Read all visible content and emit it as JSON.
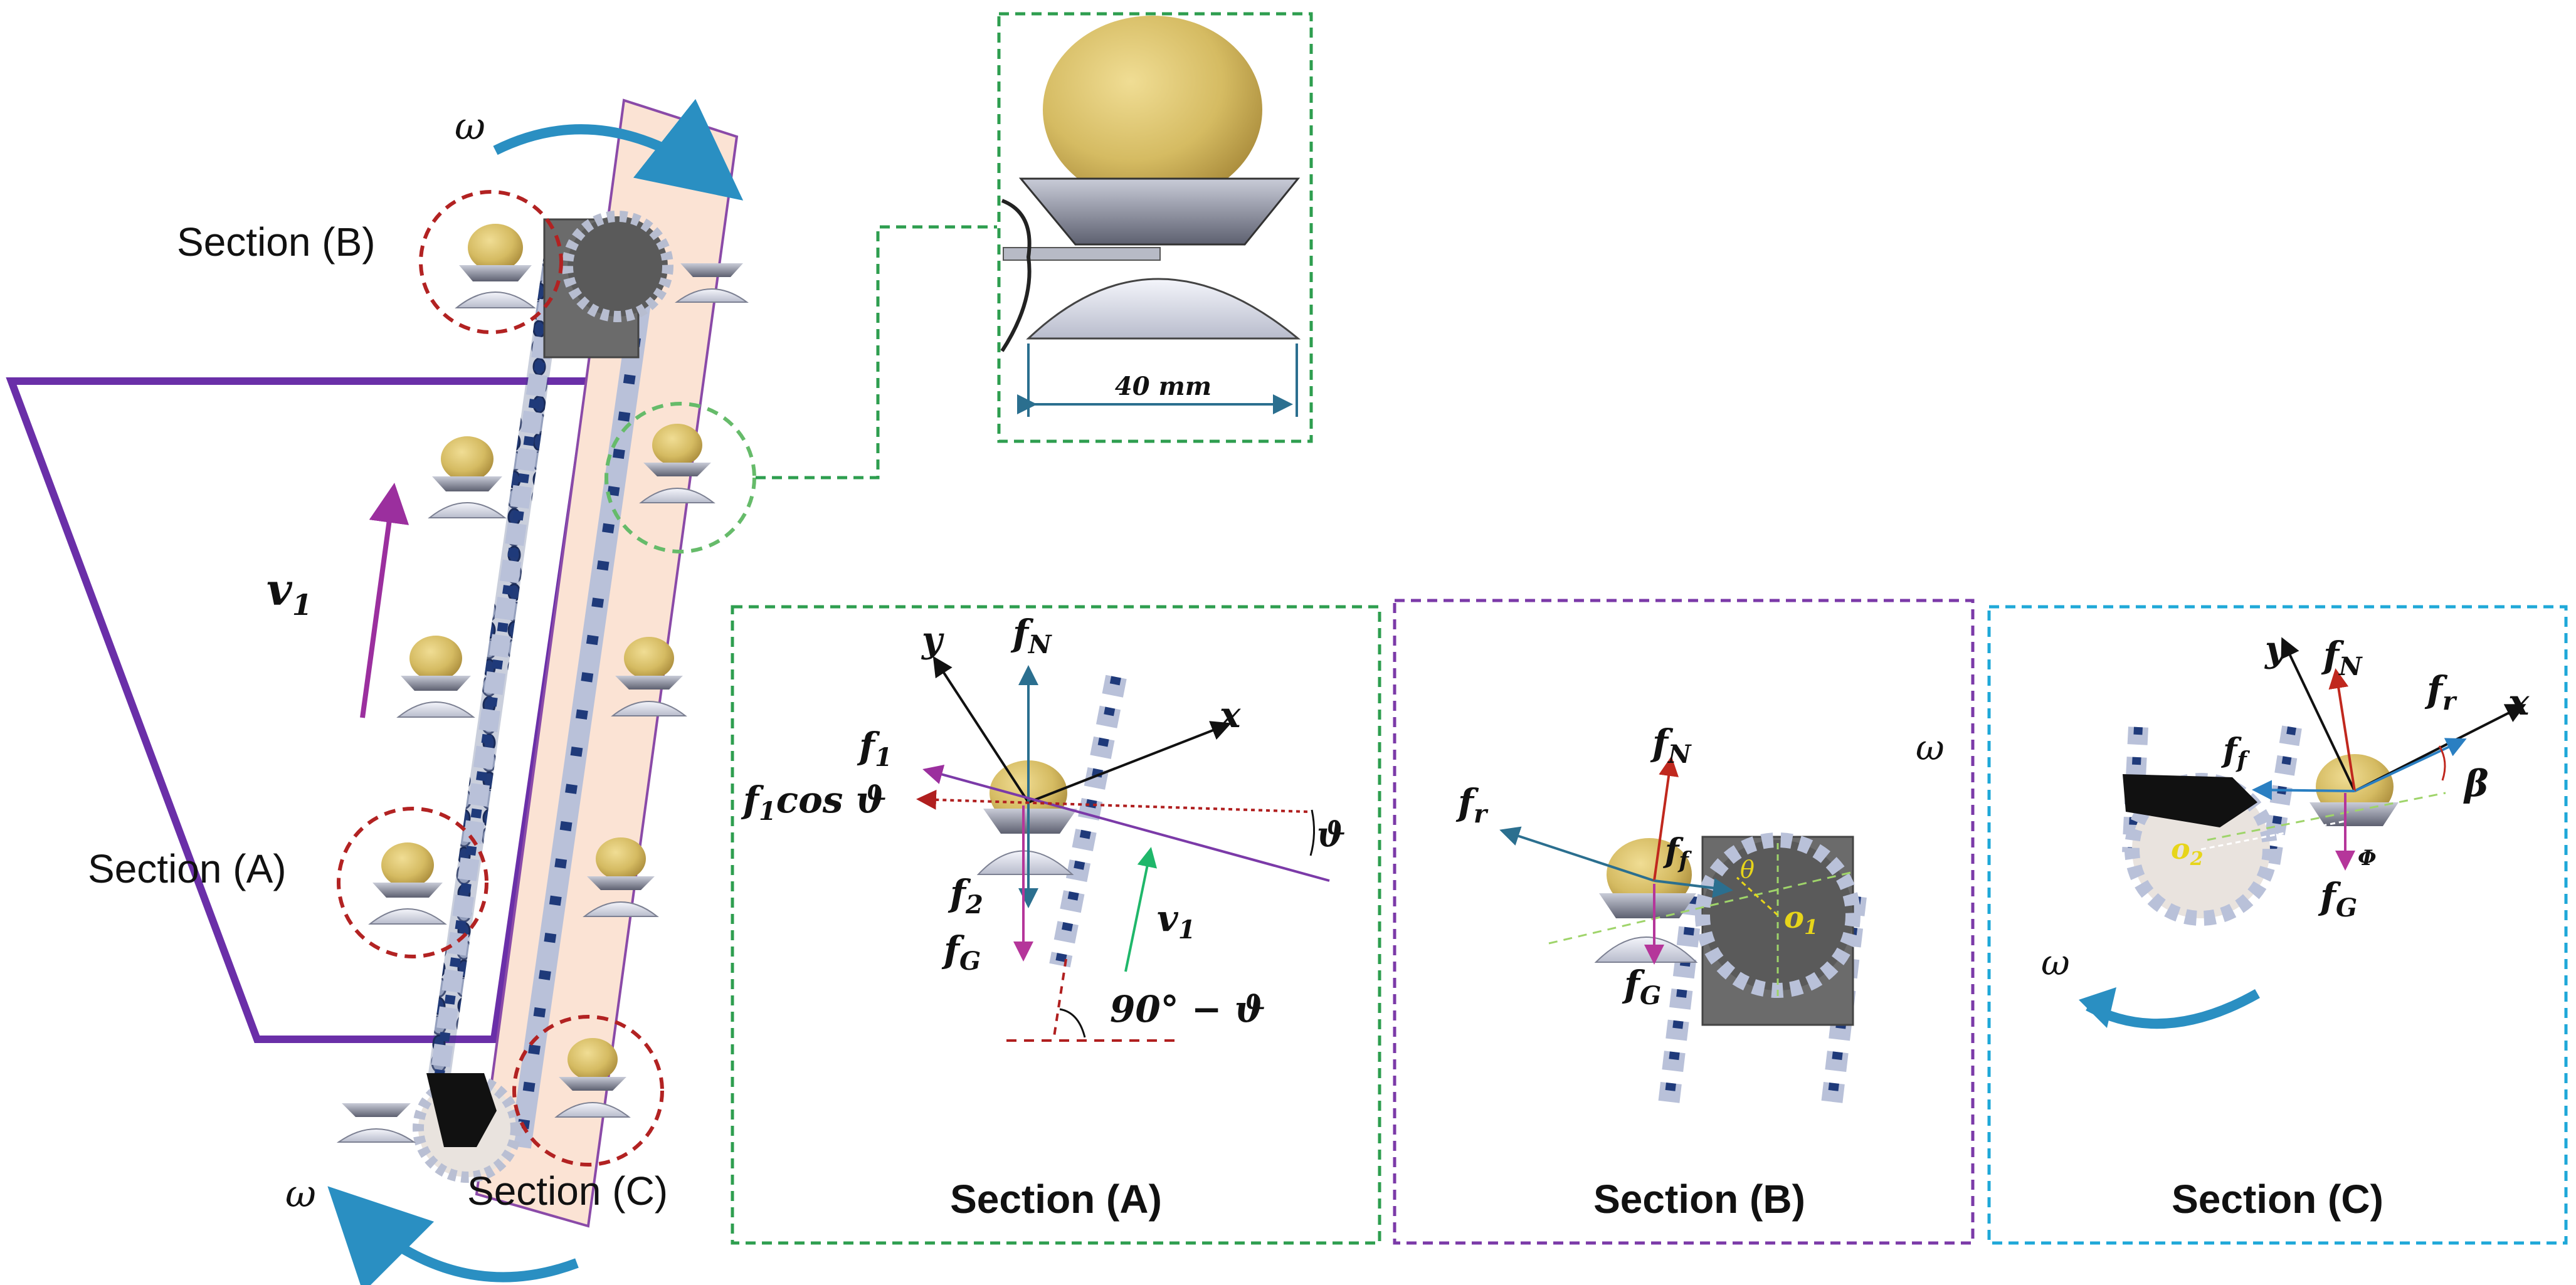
{
  "overview": {
    "section_b_label": "Section (B)",
    "section_a_label": "Section (A)",
    "section_c_label": "Section (C)",
    "omega_top": "ω",
    "omega_bottom": "ω",
    "velocity": "v",
    "velocity_sub": "1"
  },
  "detail": {
    "dimension": "40 mm"
  },
  "panel_a": {
    "title": "Section (A)",
    "y": "y",
    "x": "x",
    "fN": "f",
    "fN_sub": "N",
    "f1": "f",
    "f1_sub": "1",
    "f1cos": "f",
    "f1cos_sub": "1",
    "f1cos_rest": "cos ϑ",
    "f2": "f",
    "f2_sub": "2",
    "fG": "f",
    "fG_sub": "G",
    "v1": "v",
    "v1_sub": "1",
    "theta": "ϑ",
    "angle": "90° − ϑ"
  },
  "panel_b": {
    "title": "Section (B)",
    "omega": "ω",
    "fN": "f",
    "fN_sub": "N",
    "fr": "f",
    "fr_sub": "r",
    "ff": "f",
    "ff_sub": "f",
    "fG": "f",
    "fG_sub": "G",
    "theta": "θ",
    "o1": "o",
    "o1_sub": "1"
  },
  "panel_c": {
    "title": "Section (C)",
    "omega": "ω",
    "y": "y",
    "x": "x",
    "fN": "f",
    "fN_sub": "N",
    "fr": "f",
    "fr_sub": "r",
    "ff": "f",
    "ff_sub": "f",
    "fG": "f",
    "fG_sub": "G",
    "beta": "β",
    "phi": "Φ",
    "o2": "o",
    "o2_sub": "2"
  },
  "colors": {
    "purple": "#7030a0",
    "green_dash": "#2e9e4f",
    "blue_dash": "#1fa8d8",
    "red_dash": "#b22222",
    "omega_arrow": "#2a8fc2",
    "chain_blue": "#1f3a7a",
    "potato": "#d8c06a",
    "sprocket": "#6a6a6a"
  }
}
